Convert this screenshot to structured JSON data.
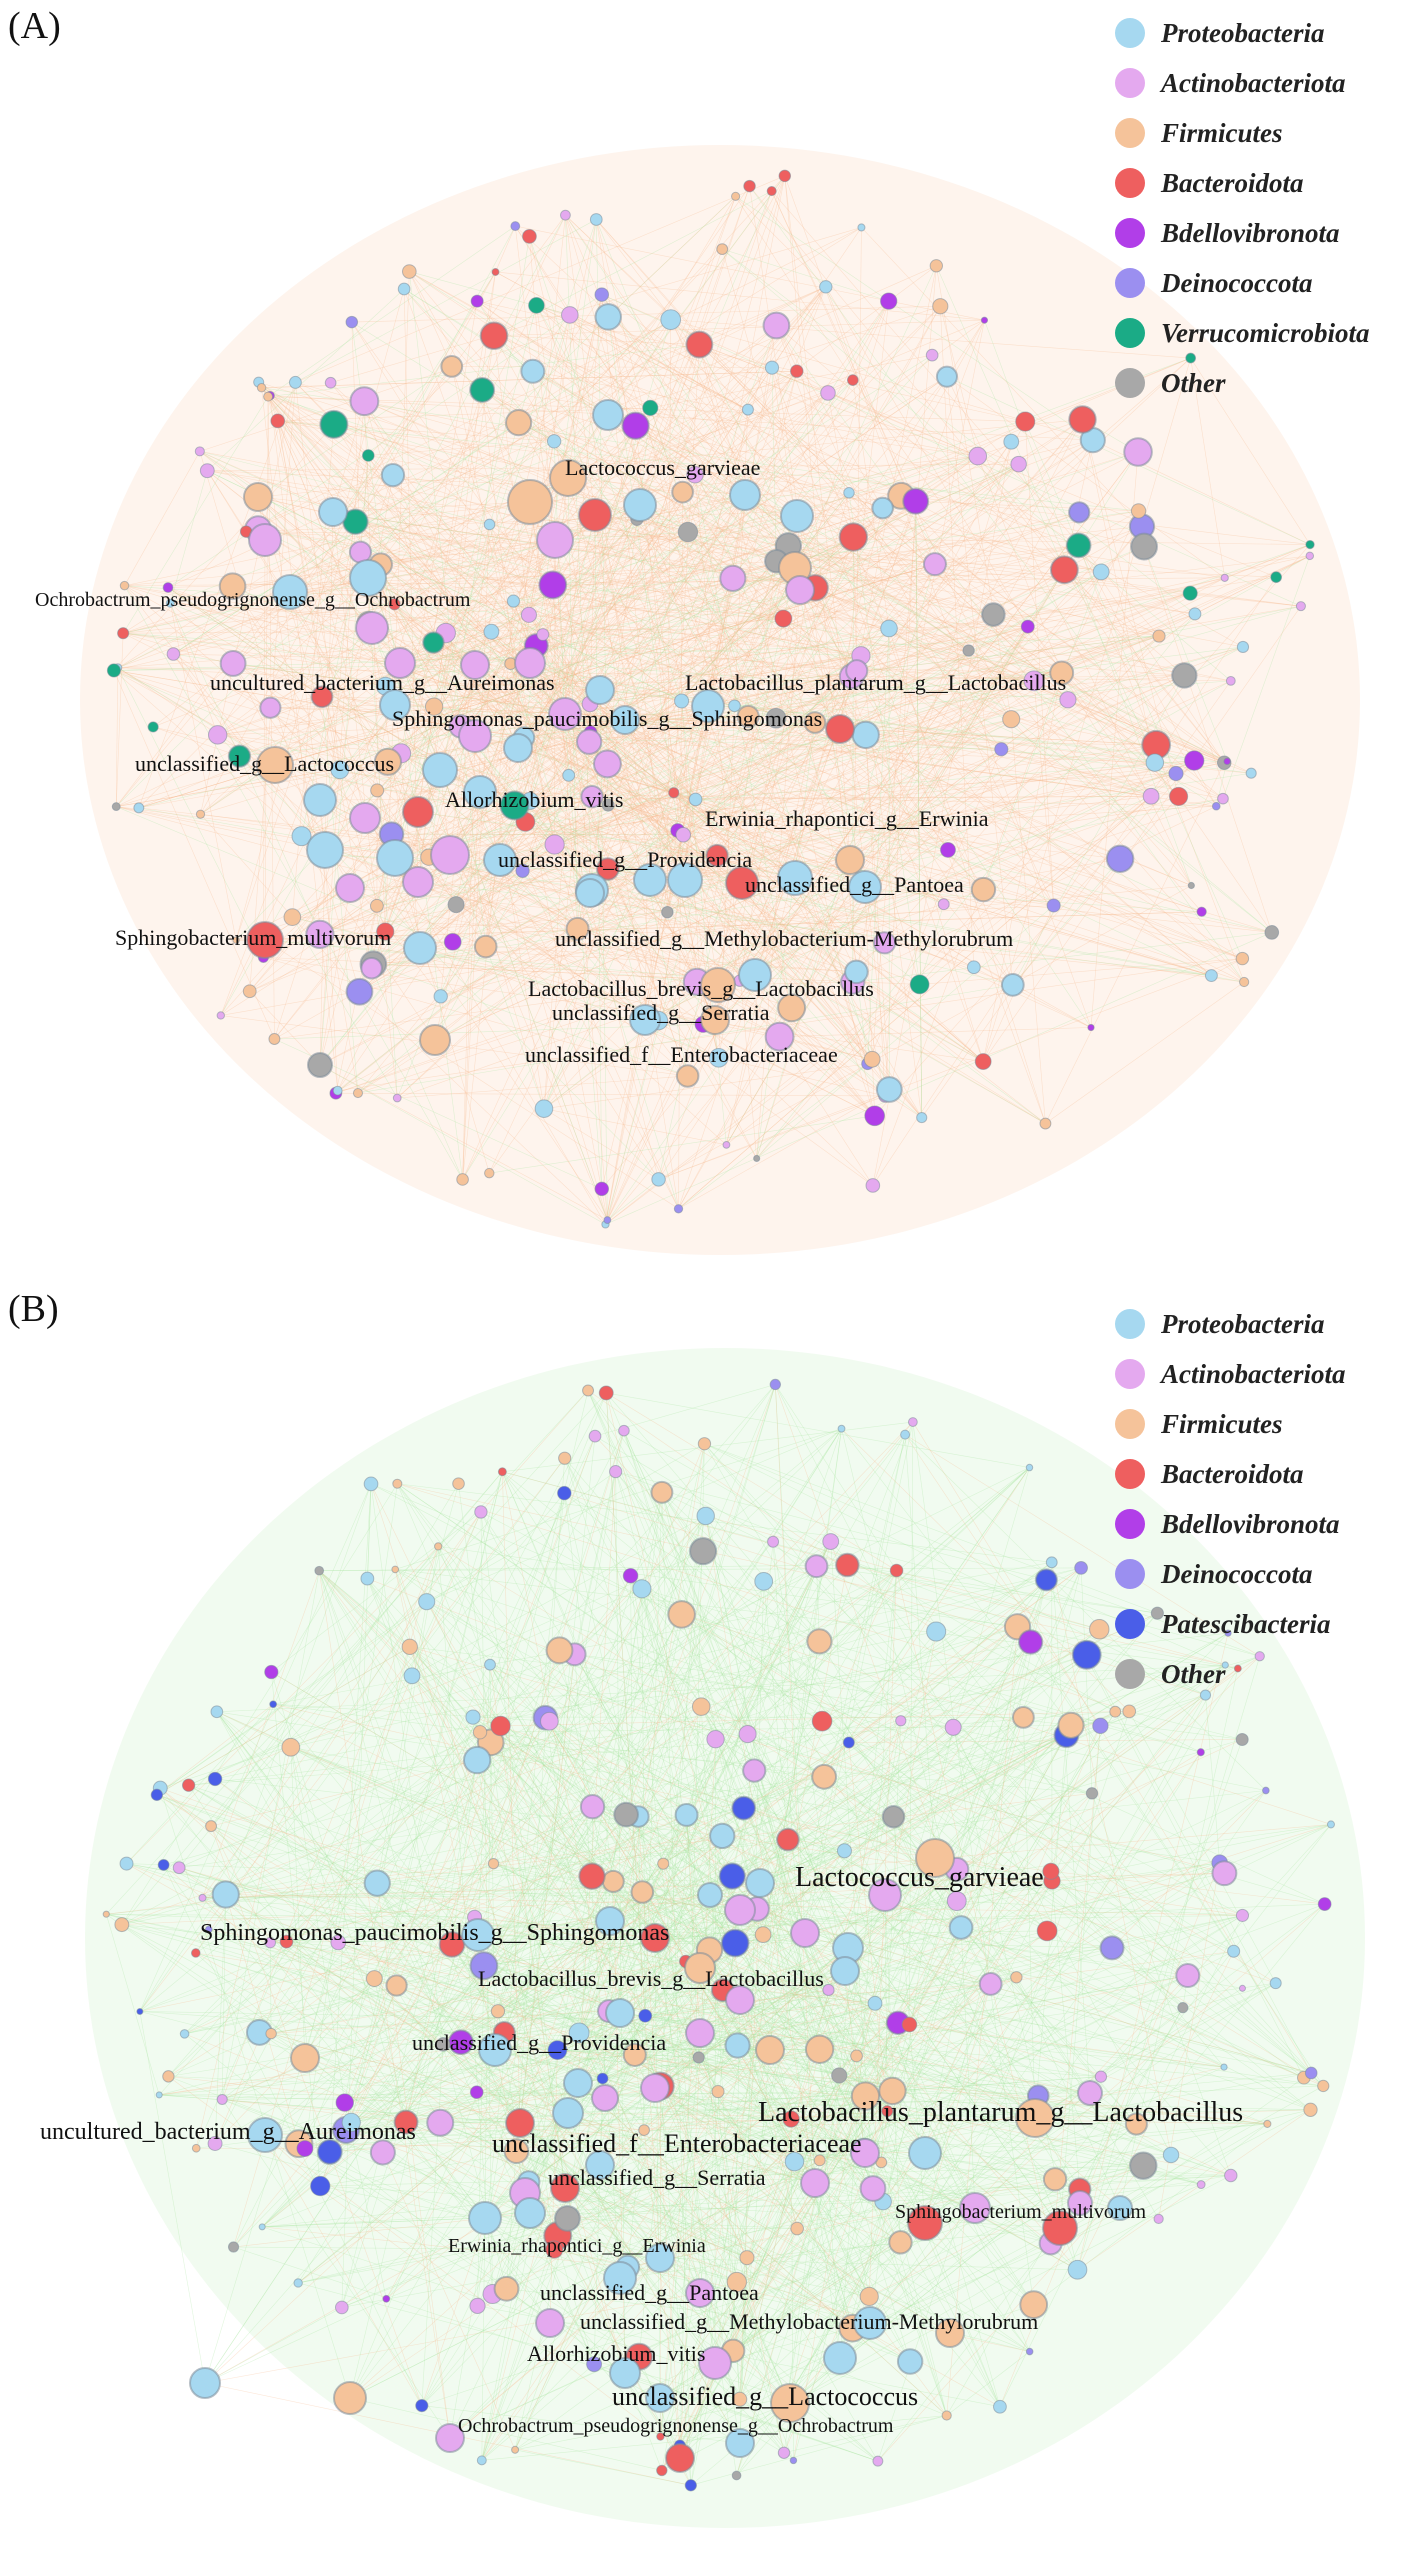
{
  "colors": {
    "Proteobacteria": "#a6d8f0",
    "Actinobacteriota": "#e4a9ef",
    "Firmicutes": "#f5c39a",
    "Bacteroidota": "#ee5f5f",
    "Bdellovibronota": "#b13ee8",
    "Deinococcota": "#9b8ff0",
    "Verrucomicrobiota": "#1bab86",
    "Patescibacteria": "#4a5ee8",
    "Other": "#a8a8a8"
  },
  "panels": [
    {
      "label": "(A)",
      "legend": [
        "Proteobacteria",
        "Actinobacteriota",
        "Firmicutes",
        "Bacteroidota",
        "Bdellovibronota",
        "Deinococcota",
        "Verrucomicrobiota",
        "Other"
      ],
      "dominant_edge_color": "#f6b98e",
      "secondary_edge_color": "#a8e6a0",
      "node_labels": [
        "Lactococcus_garvieae",
        "Ochrobactrum_pseudogrignonense_g__Ochrobactrum",
        "uncultured_bacterium_g__Aureimonas",
        "Lactobacillus_plantarum_g__Lactobacillus",
        "Sphingomonas_paucimobilis_g__Sphingomonas",
        "unclassified_g__Lactococcus",
        "Allorhizobium_vitis",
        "Erwinia_rhapontici_g__Erwinia",
        "unclassified_g__Providencia",
        "unclassified_g__Pantoea",
        "Sphingobacterium_multivorum",
        "unclassified_g__Methylobacterium-Methylorubrum",
        "Lactobacillus_brevis_g__Lactobacillus",
        "unclassified_g__Serratia",
        "unclassified_f__Enterobacteriaceae"
      ]
    },
    {
      "label": "(B)",
      "legend": [
        "Proteobacteria",
        "Actinobacteriota",
        "Firmicutes",
        "Bacteroidota",
        "Bdellovibronota",
        "Deinococcota",
        "Patescibacteria",
        "Other"
      ],
      "dominant_edge_color": "#a8e6a0",
      "secondary_edge_color": "#f6b98e",
      "node_labels": [
        "Lactococcus_garvieae",
        "Sphingomonas_paucimobilis_g__Sphingomonas",
        "Lactobacillus_brevis_g__Lactobacillus",
        "unclassified_g__Providencia",
        "Lactobacillus_plantarum_g__Lactobacillus",
        "uncultured_bacterium_g__Aureimonas",
        "unclassified_f__Enterobacteriaceae",
        "unclassified_g__Serratia",
        "Sphingobacterium_multivorum",
        "Erwinia_rhapontici_g__Erwinia",
        "unclassified_g__Pantoea",
        "unclassified_g__Methylobacterium-Methylorubrum",
        "Allorhizobium_vitis",
        "unclassified_g__Lactococcus",
        "Ochrobactrum_pseudogrignonense_g__Ochrobactrum"
      ]
    }
  ]
}
